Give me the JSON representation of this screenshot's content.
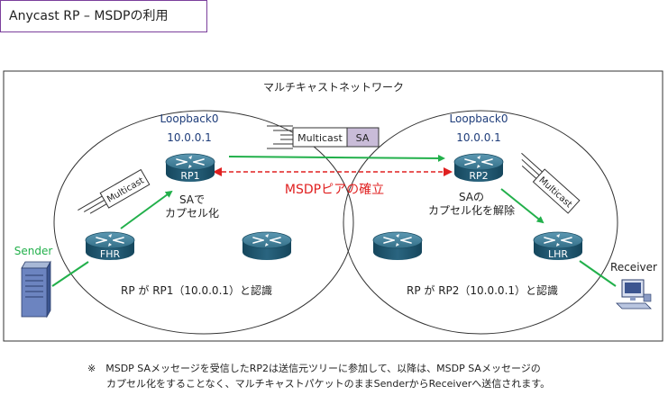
{
  "title": "Anycast RP – MSDPの利用",
  "network_label": "マルチキャストネットワーク",
  "left_domain": {
    "loopback_label": "Loopback0",
    "loopback_ip": "10.0.0.1",
    "rp": "RP1",
    "fhr": "FHR",
    "sa_note_1": "SAで",
    "sa_note_2": "カプセル化",
    "tag": "Multicast",
    "auth": "RP が RP1（10.0.0.1）と認識"
  },
  "right_domain": {
    "loopback_label": "Loopback0",
    "loopback_ip": "10.0.0.1",
    "rp": "RP2",
    "lhr": "LHR",
    "sa_note_1": "SAの",
    "sa_note_2": "カプセル化を解除",
    "tag": "Multicast",
    "auth": "RP が RP2（10.0.0.1）と認識"
  },
  "packet": {
    "data_label": "Multicast",
    "header_label": "SA"
  },
  "msdp_label": "MSDPピアの確立",
  "sender_label": "Sender",
  "receiver_label": "Receiver",
  "footnote": {
    "line1": "※　MSDP SAメッセージを受信したRP2は送信元ツリーに参加して、以降は、MSDP SAメッセージの",
    "line2": "カプセル化をすることなく、マルチキャストパケットのままSenderからReceiverへ送信されます。"
  },
  "colors": {
    "flow_arrow": "#22b04b",
    "msdp": "#e02020",
    "title_border": "#7b3f9c",
    "loopback_text": "#1f3d7a",
    "router_dark": "#1f5870",
    "router_light": "#4f8ea8",
    "sa_header_fill": "#c9bcd8"
  }
}
